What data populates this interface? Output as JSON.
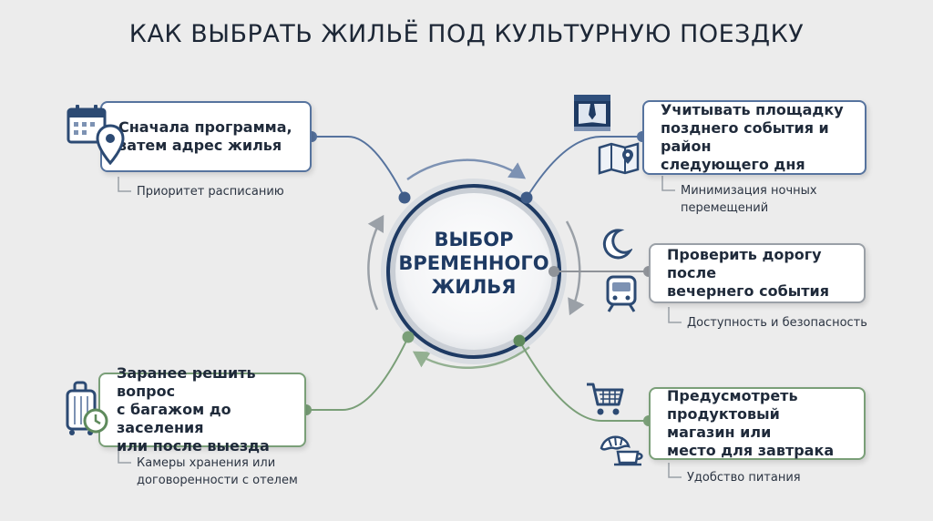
{
  "title": "КАК ВЫБРАТЬ ЖИЛЬЁ ПОД КУЛЬТУРНУЮ ПОЕЗДКУ",
  "center": "ВЫБОР\nВРЕМЕННОГО\nЖИЛЬЯ",
  "colors": {
    "navy": "#1e3a63",
    "blue": "#56739e",
    "gray": "#8f9399",
    "green": "#7a9f78",
    "bg": "#ececec"
  },
  "items": [
    {
      "text": "Сначала программа,\nзатем адрес жилья",
      "note": "Приоритет расписанию",
      "icons": [
        "calendar-icon",
        "location-pin-icon"
      ]
    },
    {
      "text": "Учитывать площадку\nпозднего события и район\nследующего дня",
      "note": "Минимизация ночных\nперемещений",
      "icons": [
        "theater-icon",
        "map-icon"
      ]
    },
    {
      "text": "Проверить дорогу после\nвечернего события",
      "note": "Доступность и безопасность",
      "icons": [
        "moon-icon",
        "train-icon"
      ]
    },
    {
      "text": "Заранее решить вопрос\nс багажом до заселения\nили после выезда",
      "note": "Камеры хранения или\nдоговоренности с отелем",
      "icons": [
        "luggage-clock-icon"
      ]
    },
    {
      "text": "Предусмотреть\nпродуктовый магазин или\nместо для завтрака",
      "note": "Удобство питания",
      "icons": [
        "shopping-cart-icon",
        "croissant-coffee-icon"
      ]
    }
  ]
}
